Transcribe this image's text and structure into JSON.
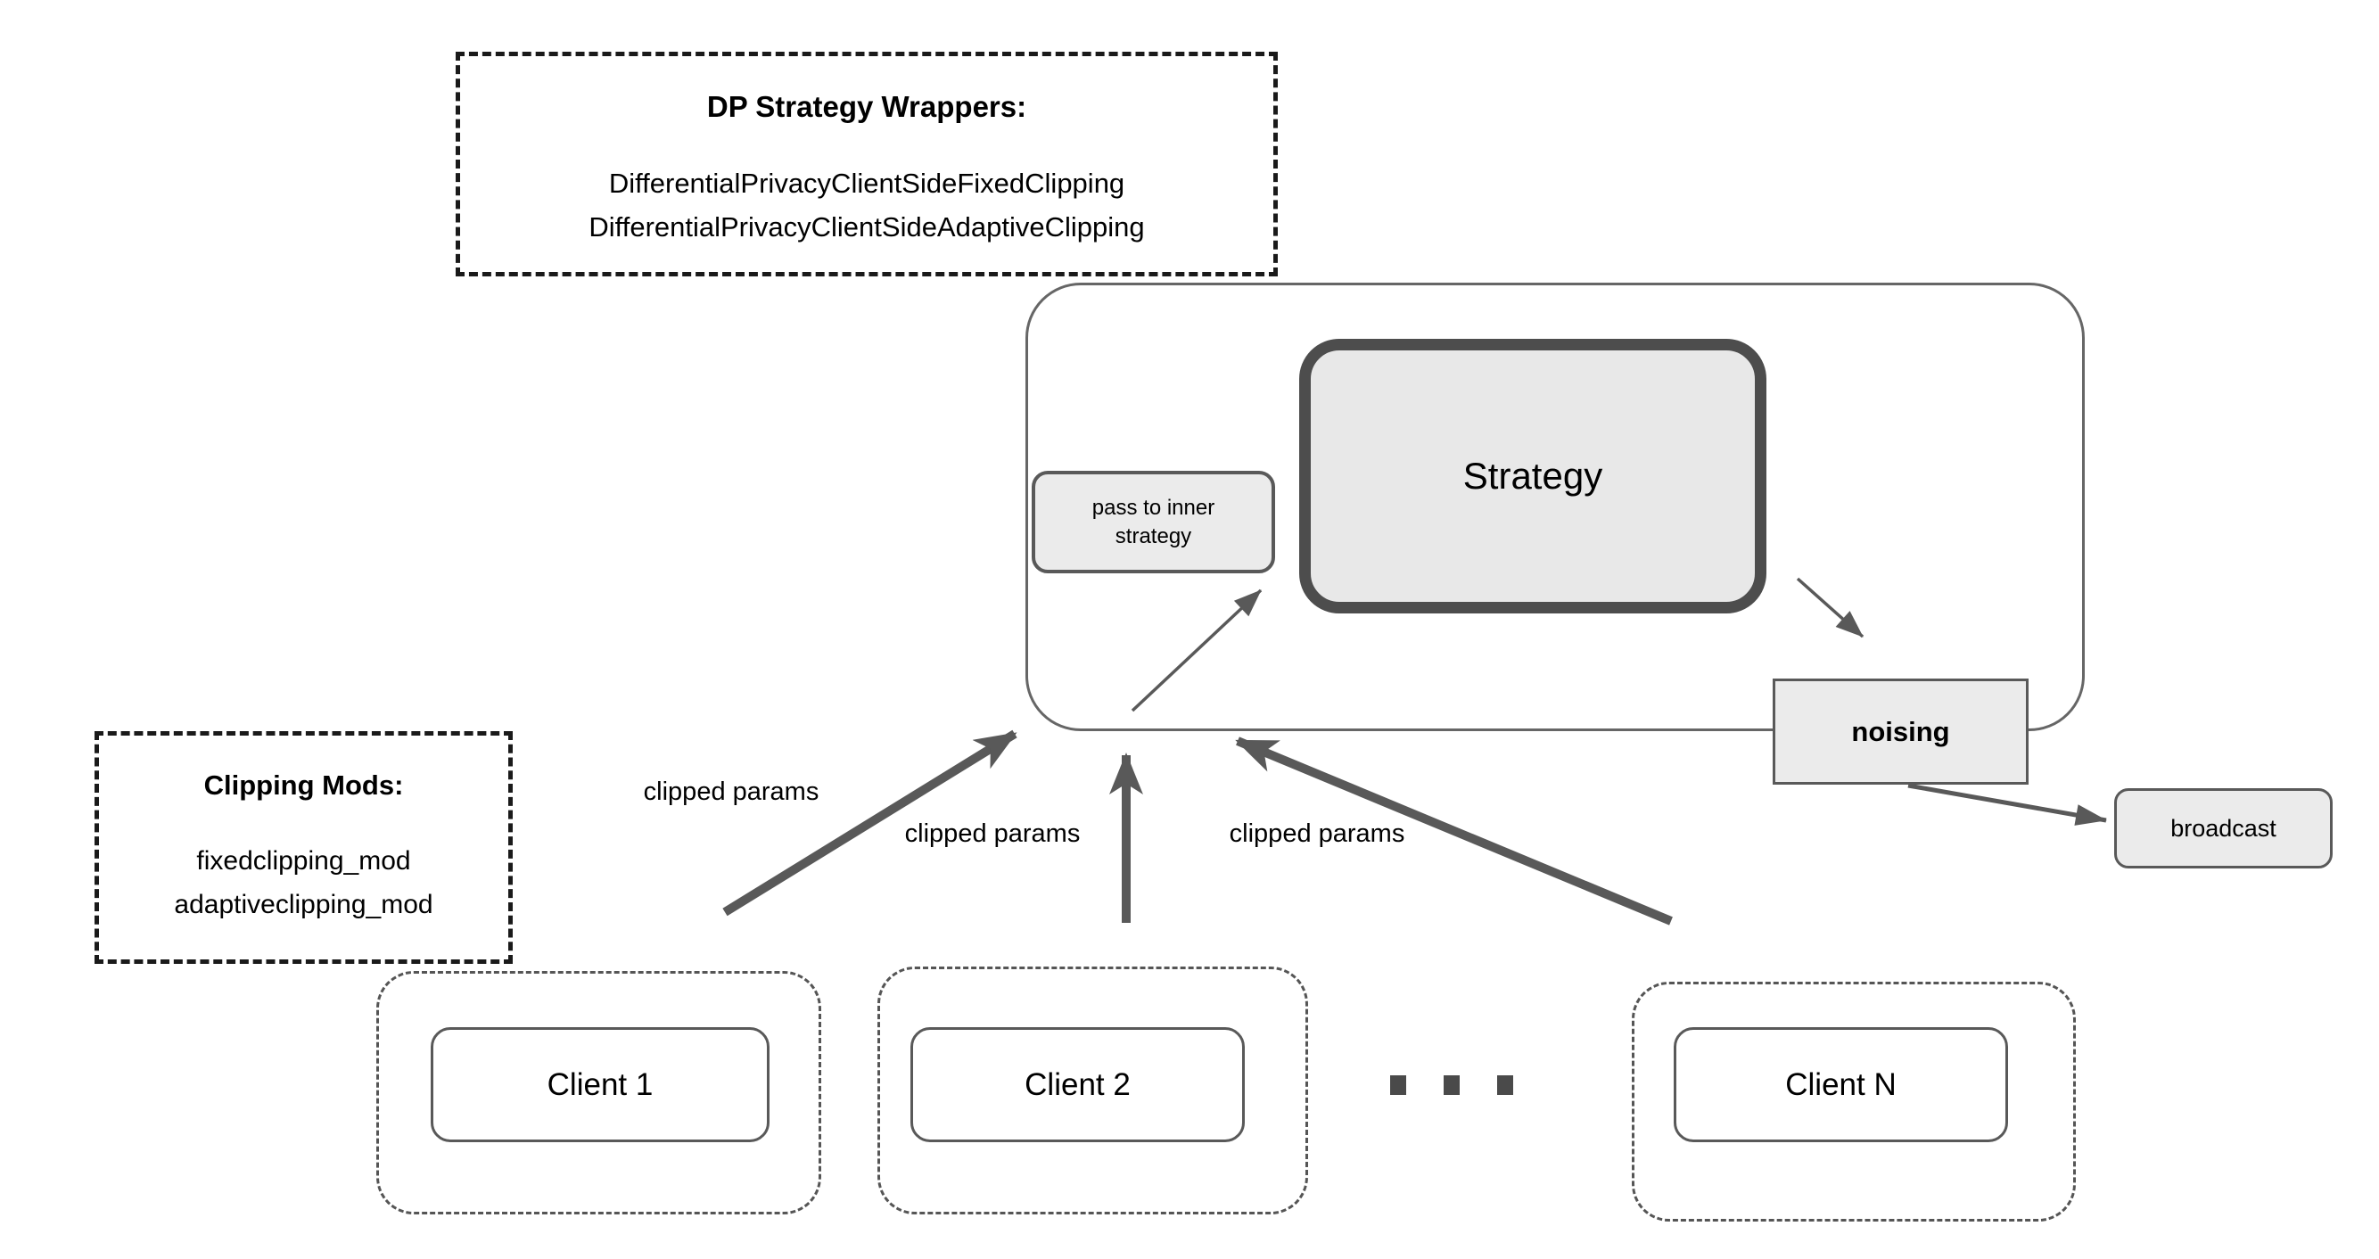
{
  "diagram": {
    "wrappers_box": {
      "title": "DP Strategy Wrappers:",
      "items": [
        "DifferentialPrivacyClientSideFixedClipping",
        "DifferentialPrivacyClientSideAdaptiveClipping"
      ]
    },
    "mods_box": {
      "title": "Clipping Mods:",
      "items": [
        "fixedclipping_mod",
        "adaptiveclipping_mod"
      ]
    },
    "server": {
      "pass_to_inner_label": "pass to inner\nstrategy",
      "strategy_label": "Strategy",
      "noising_label": "noising"
    },
    "broadcast_label": "broadcast",
    "edge_labels": [
      "clipped params",
      "clipped params",
      "clipped params"
    ],
    "clients": [
      {
        "label": "Client 1"
      },
      {
        "label": "Client 2"
      },
      {
        "label": "Client N"
      }
    ],
    "icons": {
      "clients_ellipsis": "ellipsis-dots"
    },
    "colors": {
      "canvas_bg": "#ffffff",
      "dashed_box_border": "#1a1a1a",
      "client_dash_border": "#555555",
      "shape_border": "#595959",
      "server_border": "#666666",
      "shape_fill": "#ebebeb",
      "strategy_fill": "#e8e8e8",
      "strategy_border": "#4d4d4d",
      "arrow": "#595959",
      "text": "#000000"
    }
  }
}
